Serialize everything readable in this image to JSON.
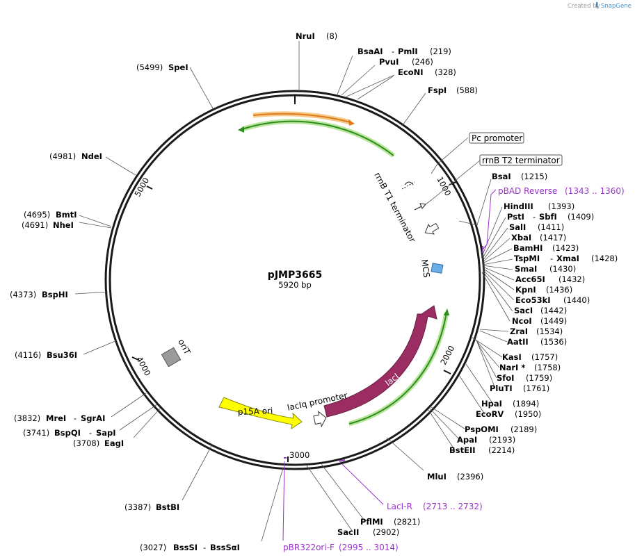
{
  "credit": {
    "created_by": "Created by",
    "brand": "SnapGene"
  },
  "plasmid": {
    "name": "pJMP3665",
    "length": "5920 bp"
  },
  "ticks": [
    "1000",
    "2000",
    "3000",
    "4000",
    "5000"
  ],
  "features": {
    "pc_promoter": "Pc promoter",
    "rrnb_t2": "rrnB T2 terminator",
    "rrnb_t1": "rrnB T1 terminator",
    "mcs": "MCS",
    "laci": "lacI",
    "laciq_promoter": "lacIq promoter",
    "p15a_ori": "p15A ori",
    "orit": "oriT"
  },
  "primers": {
    "pbad_reverse": {
      "name": "pBAD Reverse",
      "pos": "(1343 .. 1360)"
    },
    "laci_r": {
      "name": "LacI-R",
      "pos": "(2713 .. 2732)"
    },
    "pbr322ori_f": {
      "name": "pBR322ori-F",
      "pos": "(2995 .. 3014)"
    }
  },
  "sites": {
    "nrui": {
      "name": "NruI",
      "pos": "(8)"
    },
    "bsaai": {
      "name": "BsaAI",
      "name2": "PmlI",
      "pos": "(219)"
    },
    "pvui": {
      "name": "PvuI",
      "pos": "(246)"
    },
    "econi": {
      "name": "EcoNI",
      "pos": "(328)"
    },
    "fspi": {
      "name": "FspI",
      "pos": "(588)"
    },
    "bsai": {
      "name": "BsaI",
      "pos": "(1215)"
    },
    "hindiii": {
      "name": "HindIII",
      "pos": "(1393)"
    },
    "psti": {
      "name": "PstI",
      "name2": "SbfI",
      "pos": "(1409)"
    },
    "sali": {
      "name": "SalI",
      "pos": "(1411)"
    },
    "xbai": {
      "name": "XbaI",
      "pos": "(1417)"
    },
    "bamhi": {
      "name": "BamHI",
      "pos": "(1423)"
    },
    "tspmi": {
      "name": "TspMI",
      "name2": "XmaI",
      "pos": "(1428)"
    },
    "smai": {
      "name": "SmaI",
      "pos": "(1430)"
    },
    "acc65i": {
      "name": "Acc65I",
      "pos": "(1432)"
    },
    "kpni": {
      "name": "KpnI",
      "pos": "(1436)"
    },
    "eco53ki": {
      "name": "Eco53kI",
      "pos": "(1440)"
    },
    "saci": {
      "name": "SacI",
      "pos": "(1442)"
    },
    "ncoi": {
      "name": "NcoI",
      "pos": "(1449)"
    },
    "zrai": {
      "name": "ZraI",
      "pos": "(1534)"
    },
    "aatii": {
      "name": "AatII",
      "pos": "(1536)"
    },
    "kasi": {
      "name": "KasI",
      "pos": "(1757)"
    },
    "nari": {
      "name": "NarI *",
      "pos": "(1758)"
    },
    "sfoi": {
      "name": "SfoI",
      "pos": "(1759)"
    },
    "pluti": {
      "name": "PluTI",
      "pos": "(1761)"
    },
    "hpai": {
      "name": "HpaI",
      "pos": "(1894)"
    },
    "ecorv": {
      "name": "EcoRV",
      "pos": "(1950)"
    },
    "pspomi": {
      "name": "PspOMI",
      "pos": "(2189)"
    },
    "apai": {
      "name": "ApaI",
      "pos": "(2193)"
    },
    "bsteii": {
      "name": "BstEII",
      "pos": "(2214)"
    },
    "mlui": {
      "name": "MluI",
      "pos": "(2396)"
    },
    "pflmi": {
      "name": "PflMI",
      "pos": "(2821)"
    },
    "sacii": {
      "name": "SacII",
      "pos": "(2902)"
    },
    "bsssi": {
      "name": "BssSI",
      "name2": "BssSαI",
      "pos": "(3027)"
    },
    "bstbi": {
      "name": "BstBI",
      "pos": "(3387)"
    },
    "eagi": {
      "name": "EagI",
      "pos": "(3708)"
    },
    "bspqi": {
      "name": "BspQI",
      "name2": "SapI",
      "pos": "(3741)"
    },
    "mrei": {
      "name": "MreI",
      "name2": "SgrAI",
      "pos": "(3832)"
    },
    "bsu36i": {
      "name": "Bsu36I",
      "pos": "(4116)"
    },
    "bsphi": {
      "name": "BspHI",
      "pos": "(4373)"
    },
    "nhei": {
      "name": "NheI",
      "pos": "(4691)"
    },
    "bmti": {
      "name": "BmtI",
      "pos": "(4695)"
    },
    "ndei": {
      "name": "NdeI",
      "pos": "(4981)"
    },
    "spei": {
      "name": "SpeI",
      "pos": "(5499)"
    }
  },
  "colors": {
    "backbone": "#1a1a1a",
    "orange_arrow": "#e07b1a",
    "green_arrow": "#2e8b1e",
    "laci": "#9b2d63",
    "p15a": "#ffff00",
    "mcs": "#6aaee8",
    "orit": "#9a9a9a",
    "primer": "#9a32cd"
  }
}
